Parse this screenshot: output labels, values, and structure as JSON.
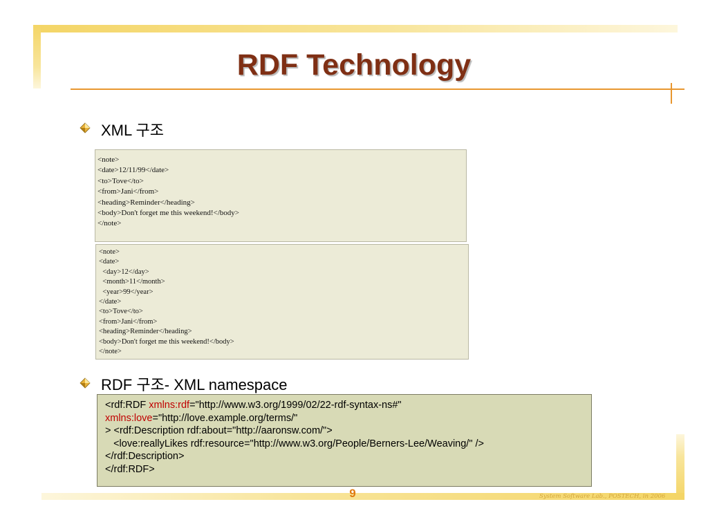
{
  "slide": {
    "title": "RDF Technology",
    "page_number": "9",
    "footer": "System Software Lab., POSTECH, in 2006"
  },
  "bullets": [
    {
      "icon": "diamond-bullet-icon",
      "text": "XML 구조"
    },
    {
      "icon": "diamond-bullet-icon",
      "text": "RDF 구조- XML namespace"
    }
  ],
  "xml_flat": [
    "<note>",
    "<date>12/11/99</date>",
    "<to>Tove</to>",
    "<from>Jani</from>",
    "<heading>Reminder</heading>",
    "<body>Don't forget me this weekend!</body>",
    "</note>"
  ],
  "xml_nested": [
    "<note>",
    "<date>",
    "  <day>12</day>",
    "  <month>11</month>",
    "  <year>99</year>",
    "</date>",
    "<to>Tove</to>",
    "<from>Jani</from>",
    "<heading>Reminder</heading>",
    "<body>Don't forget me this weekend!</body>",
    "</note>"
  ],
  "rdf_namespace": {
    "line1_prefix": "<rdf:RDF ",
    "line1_attr": "xmlns:rdf",
    "line1_value": "=\"http://www.w3.org/1999/02/22-rdf-syntax-ns#\"",
    "line2_attr": "xmlns:love",
    "line2_value": "=\"http://love.example.org/terms/\"",
    "line3": "> <rdf:Description rdf:about=\"http://aaronsw.com/\">",
    "line4": "   <love:reallyLikes rdf:resource=\"http://www.w3.org/People/Berners-Lee/Weaving/\" />",
    "line5": "</rdf:Description>",
    "line6": "</rdf:RDF>"
  },
  "colors": {
    "title": "#7f2f14",
    "accent_rule": "#e8962e",
    "frame": "#f4d566",
    "code_bg": "#ecebd7",
    "namespace_bg": "#d8dab6",
    "namespace_attr": "#c00000"
  }
}
